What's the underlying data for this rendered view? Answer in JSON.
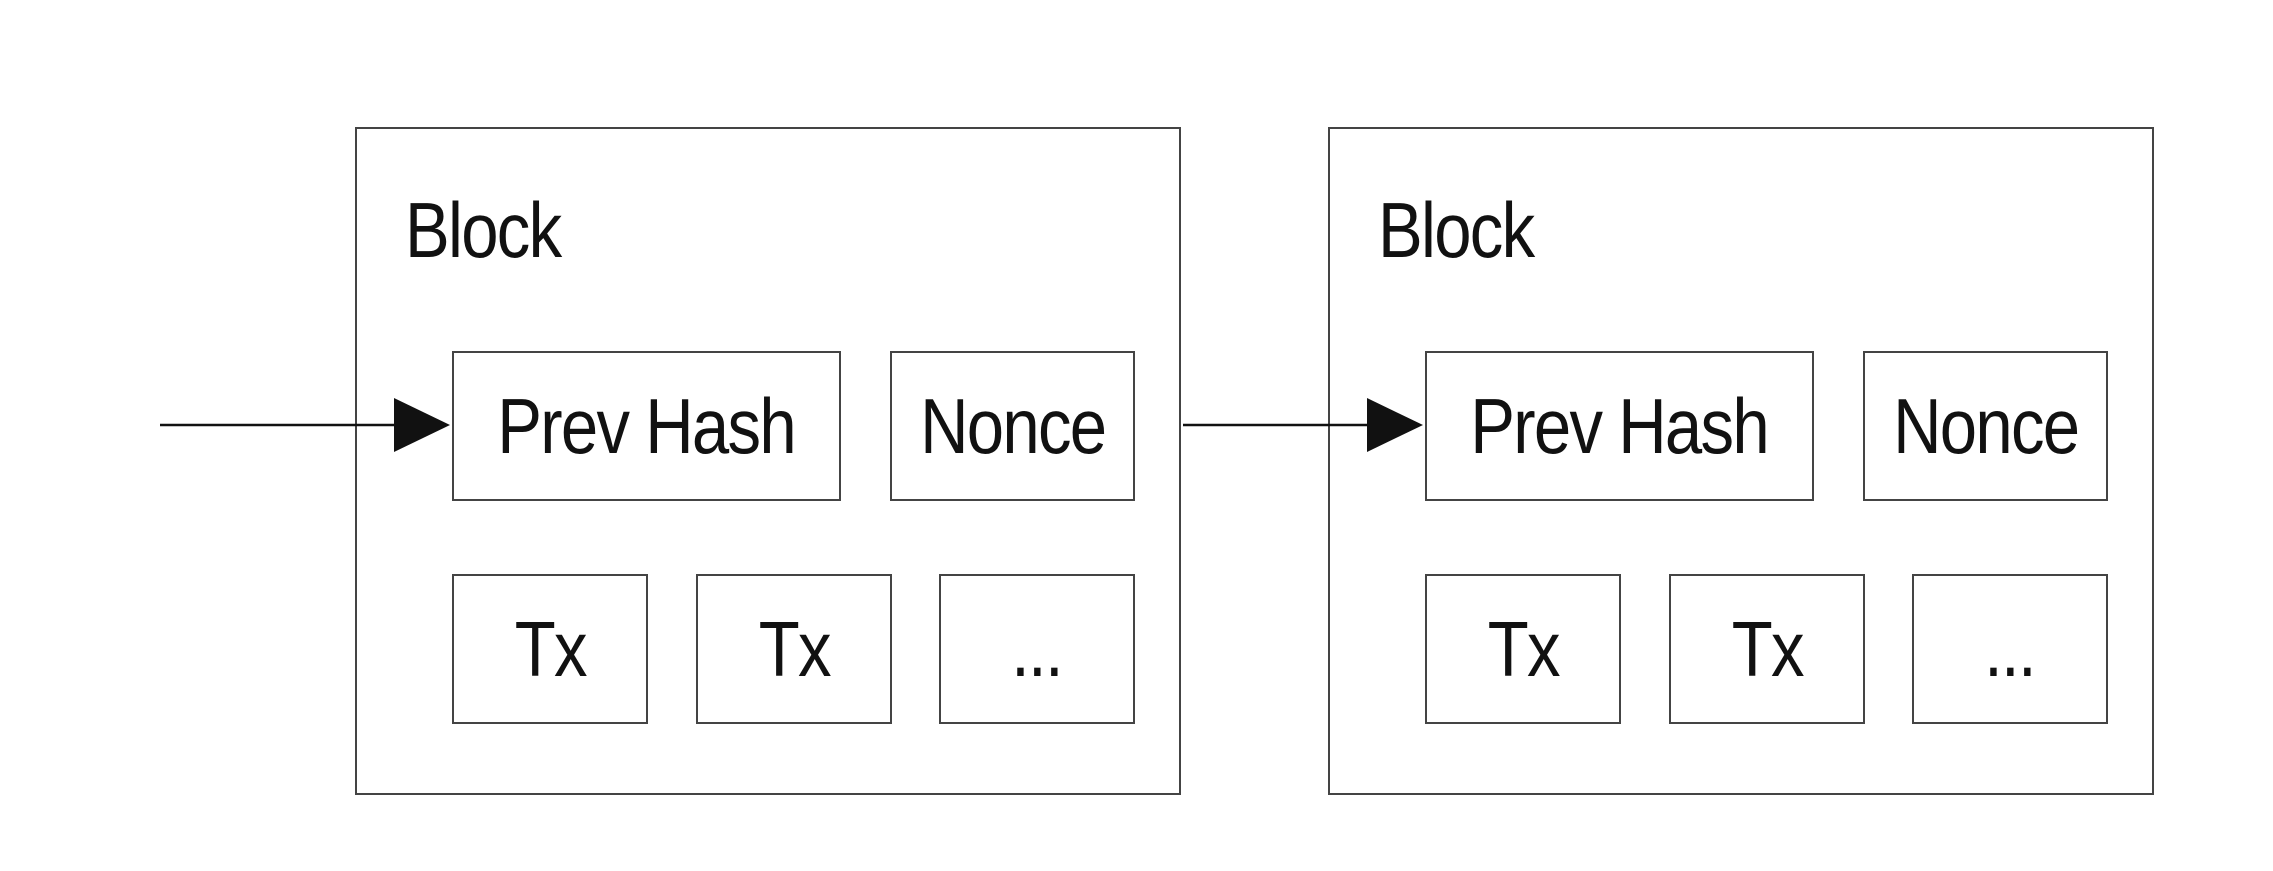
{
  "blocks": [
    {
      "title": "Block",
      "prev_hash": "Prev Hash",
      "nonce": "Nonce",
      "transactions": [
        "Tx",
        "Tx",
        "..."
      ]
    },
    {
      "title": "Block",
      "prev_hash": "Prev Hash",
      "nonce": "Nonce",
      "transactions": [
        "Tx",
        "Tx",
        "..."
      ]
    }
  ],
  "colors": {
    "stroke": "#444444",
    "text": "#111111",
    "background": "#ffffff"
  }
}
